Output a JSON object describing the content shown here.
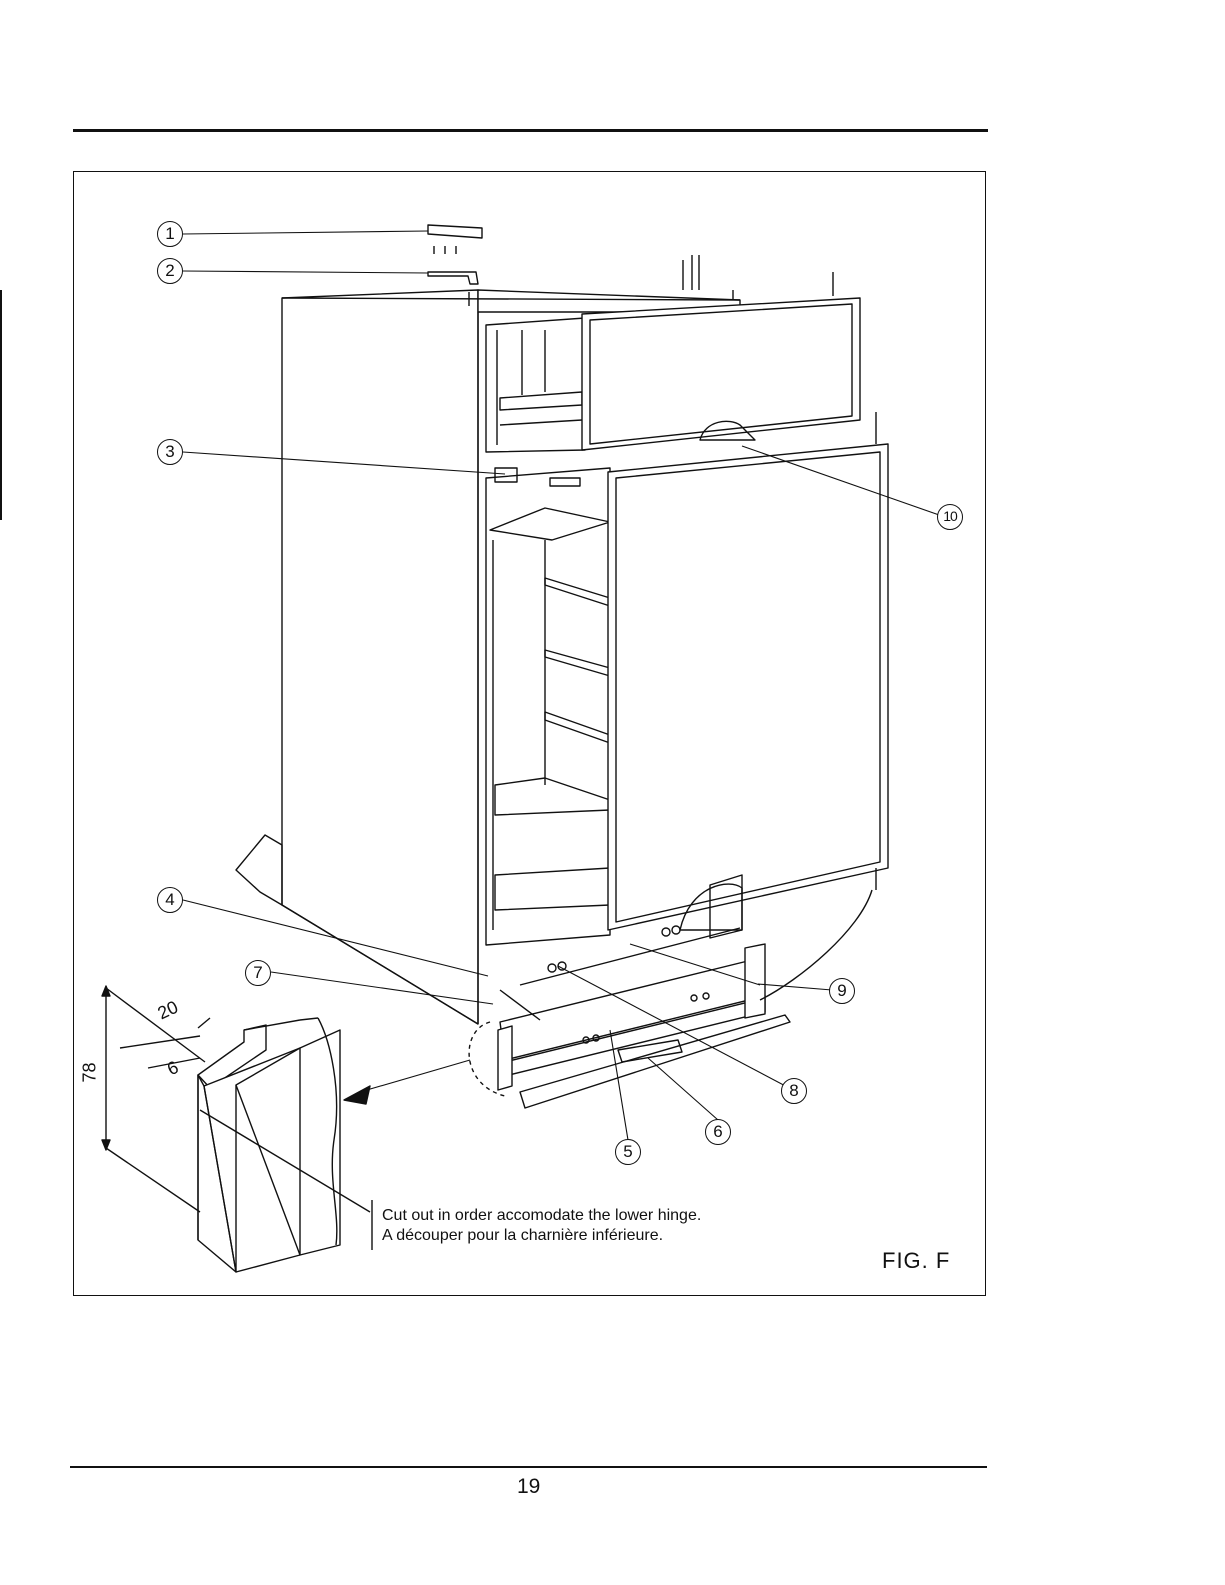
{
  "callouts": [
    "1",
    "2",
    "3",
    "4",
    "5",
    "6",
    "7",
    "8",
    "9",
    "10"
  ],
  "dimensions": {
    "width_top": "20",
    "depth_small": "6",
    "height": "78"
  },
  "caption": {
    "en": "Cut out in order accomodate the lower hinge.",
    "fr": "A découper pour la charnière inférieure."
  },
  "figure_label": "FIG. F",
  "page_number": "19"
}
